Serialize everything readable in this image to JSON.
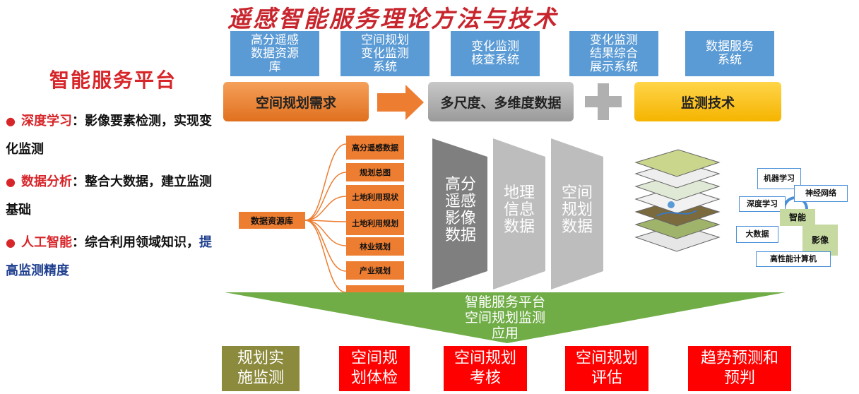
{
  "title": "遥感智能服务理论方法与技术",
  "systems": [
    "高分遥感\n数据资源\n库",
    "空间规划\n变化监测\n系统",
    "变化监测\n核查系统",
    "变化监测\n结果综合\n展示系统",
    "数据服务\n系统"
  ],
  "bars": {
    "demand": "空间规划需求",
    "data": "多尺度、多维度数据",
    "tech": "监测技术"
  },
  "left": {
    "heading": "智能服务平台",
    "b1_kw": "深度学习",
    "b1_text": "：影像要素检测，实现变化监测",
    "b2_kw": "数据分析",
    "b2_text": "：整合大数据，建立监测基础",
    "b3_kw": "人工智能",
    "b3_text": "：综合利用领域知识，",
    "b3_blue": "提高监测精度"
  },
  "sources": {
    "root": "数据资源库",
    "items": [
      "高分遥感数据",
      "规划总图",
      "土地利用现状",
      "土地利用规划",
      "林业规划",
      "产业规划",
      ""
    ]
  },
  "data_types": [
    "高分\n遥感\n影像\n数据",
    "地理\n信息\n数据",
    "空间\n规划\n数据"
  ],
  "network": {
    "ml": "机器学习",
    "nn": "神经网络",
    "dl": "深度学习",
    "smart": "智能",
    "bigdata": "大数据",
    "image": "影像",
    "hpc": "高性能计算机"
  },
  "platform": [
    "智能服务平台",
    "空间规划监测",
    "应用"
  ],
  "outputs": [
    {
      "label": "规划实\n施监测",
      "color": "#8c8a3c"
    },
    {
      "label": "空间规\n划体检",
      "color": "#ff0000"
    },
    {
      "label": "空间规划\n考核",
      "color": "#ff0000"
    },
    {
      "label": "空间规划\n评估",
      "color": "#ff0000"
    },
    {
      "label": "趋势预测和\n预判",
      "color": "#ff0000"
    }
  ],
  "colors": {
    "blue": "#5b9bd5",
    "orange": "#ed7d31",
    "gray": "#a6a6a6",
    "gold": "#ffc000",
    "green": "#70ad47",
    "red": "#ff0000"
  }
}
